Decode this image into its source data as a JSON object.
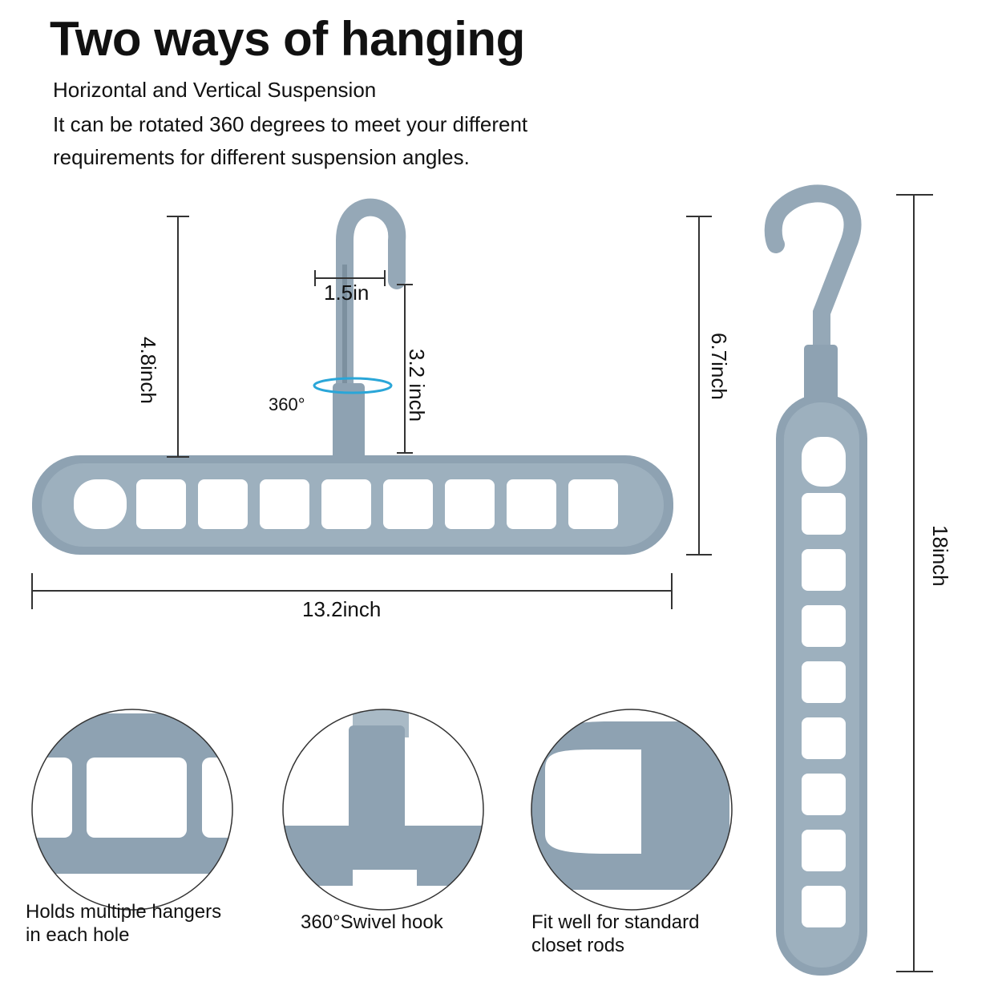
{
  "title": "Two ways of hanging",
  "subtitle": "Horizontal and Vertical Suspension",
  "description_line1": "It can be rotated 360 degrees to meet your different",
  "description_line2": "requirements for different suspension angles.",
  "dimensions": {
    "hook_height": "4.8inch",
    "hook_opening": "1.5in",
    "neck_height": "3.2 inch",
    "rotation": "360°",
    "total_height": "6.7inch",
    "width": "13.2inch",
    "vertical_length": "18inch"
  },
  "features": [
    {
      "line1": "Holds multiple hangers",
      "line2": "in each hole"
    },
    {
      "line1": "360°Swivel hook",
      "line2": ""
    },
    {
      "line1": "Fit well for standard",
      "line2": "closet rods"
    }
  ],
  "colors": {
    "hanger": "#8ea2b2",
    "hanger_light": "#b3c2cd",
    "accent": "#2aa6d8"
  }
}
